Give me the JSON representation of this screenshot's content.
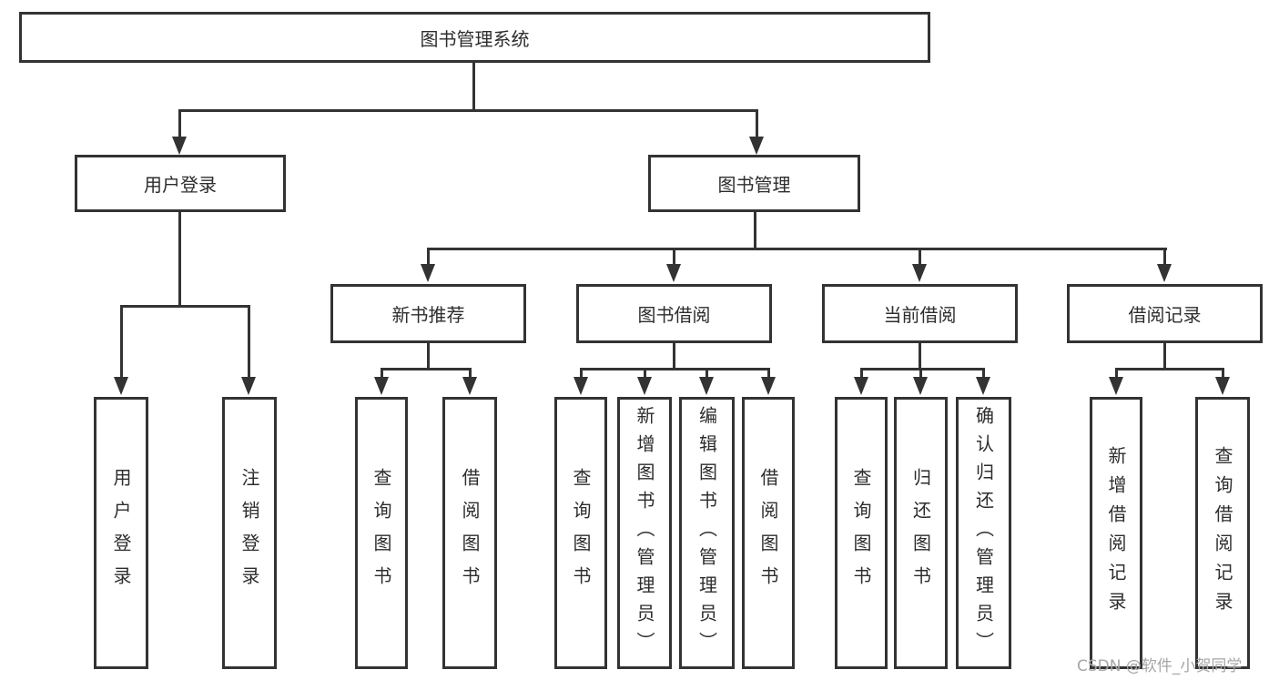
{
  "diagram": {
    "kind": "hierarchy",
    "title": "图书管理系统"
  },
  "nodes": {
    "root": {
      "label": "图书管理系统"
    },
    "user_login": {
      "label": "用户登录"
    },
    "book_management": {
      "label": "图书管理"
    },
    "login": {
      "label": "用户登录"
    },
    "logout": {
      "label": "注销登录"
    },
    "new_book_recommend": {
      "label": "新书推荐"
    },
    "book_borrowing": {
      "label": "图书借阅"
    },
    "current_borrowing": {
      "label": "当前借阅"
    },
    "borrow_records": {
      "label": "借阅记录"
    },
    "nb_query_books": {
      "label": "查询图书"
    },
    "nb_borrow_books": {
      "label": "借阅图书"
    },
    "bw_query_books": {
      "label": "查询图书"
    },
    "bw_add_books": {
      "label": "新增图书（管理员）"
    },
    "bw_edit_books": {
      "label": "编辑图书（管理员）"
    },
    "bw_borrow_books": {
      "label": "借阅图书"
    },
    "cb_query_books": {
      "label": "查询图书"
    },
    "cb_return_books": {
      "label": "归还图书"
    },
    "cb_confirm_return": {
      "label": "确认归还（管理员）"
    },
    "br_add_record": {
      "label": "新增借阅记录"
    },
    "br_query_record": {
      "label": "查询借阅记录"
    }
  },
  "watermark": {
    "text": "CSDN @软件_小贺同学",
    "color": "#a6a6a6"
  },
  "colors": {
    "line": "#333333",
    "text": "#2d2d2d",
    "background": "#ffffff"
  }
}
